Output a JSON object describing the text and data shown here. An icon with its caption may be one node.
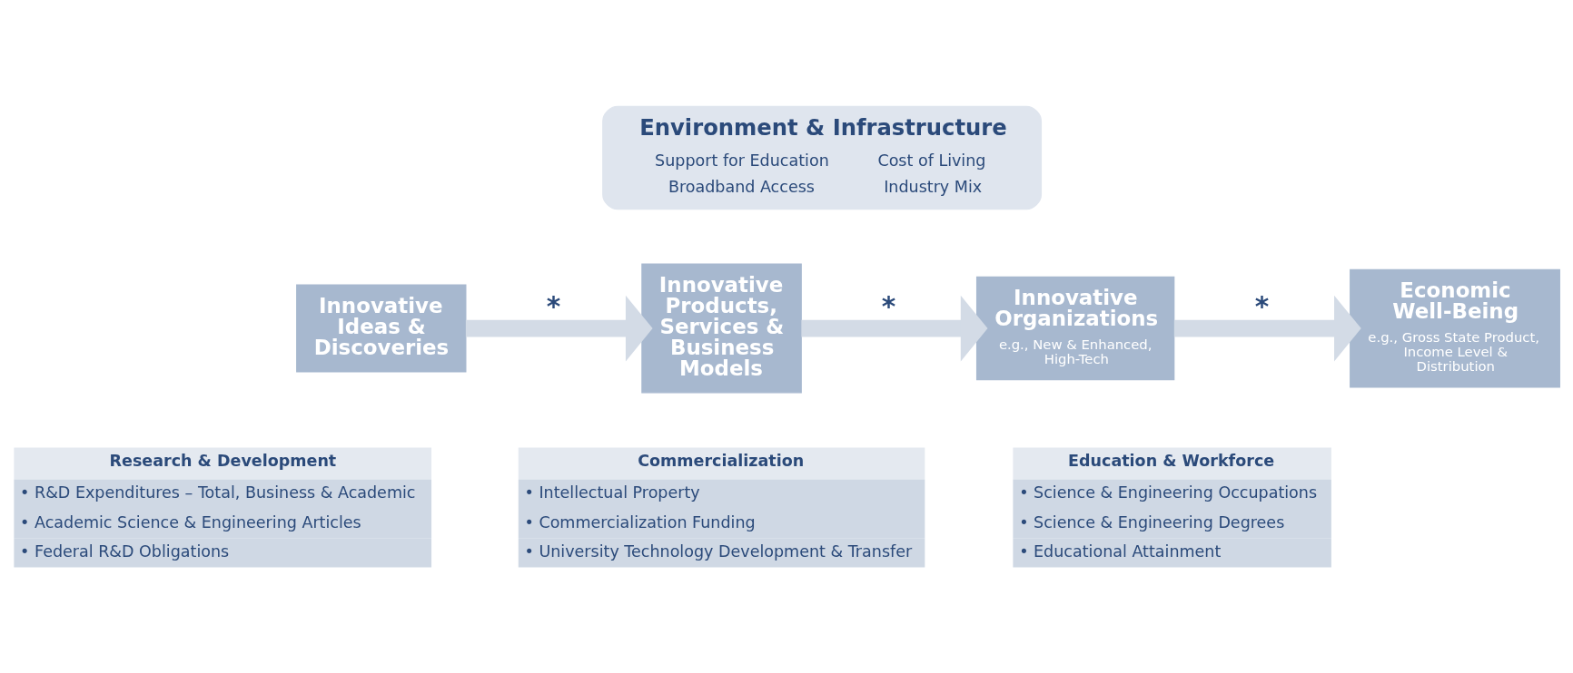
{
  "diagram": {
    "nodes": [
      {
        "text": [
          "Environment & Infrastructure",
          "Support for Education",
          "Cost of Living",
          "Broadband Access",
          "Industry Mix"
        ]
      },
      {
        "text": [
          "Innovative Ideas & Discoveries"
        ]
      },
      {
        "text": [
          "Innovative Products, Services & Business Models"
        ]
      },
      {
        "text": [
          "Innovative Organizations",
          "e.g., New & Enhanced, High-Tech"
        ]
      },
      {
        "text": [
          "Economic Well-Being",
          "e.g., Gross State Product, Income Level & Distribution"
        ]
      },
      {
        "text": [
          "Research & Development",
          "• R&D Expenditures – Total, Business & Academic",
          "• Academic Science & Engineering Articles",
          "• Federal R&D Obligations"
        ]
      },
      {
        "text": [
          "Commercialization",
          "• Intellectual Property",
          "• Commercialization Funding",
          "• University Technology Development & Transfer"
        ]
      },
      {
        "text": [
          "Education & Workforce",
          "• Science & Engineering Occupations",
          "• Science & Engineering Degrees",
          "• Educational Attainment"
        ]
      }
    ],
    "edges": [
      {
        "from": 1,
        "to": 2,
        "arrow": "to",
        "label": "*"
      },
      {
        "from": 2,
        "to": 3,
        "arrow": "to",
        "label": "*"
      },
      {
        "from": 3,
        "to": 4,
        "arrow": "to",
        "label": "*"
      }
    ]
  }
}
